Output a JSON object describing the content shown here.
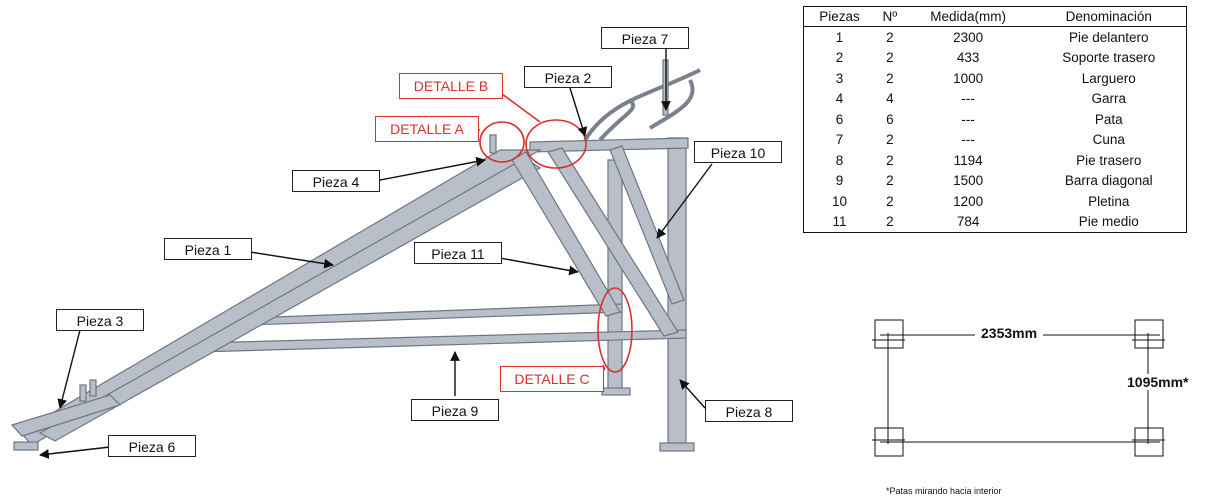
{
  "labels": {
    "pieza7": "Pieza 7",
    "pieza2": "Pieza 2",
    "pieza10": "Pieza 10",
    "pieza4": "Pieza 4",
    "pieza1": "Pieza 1",
    "pieza11": "Pieza 11",
    "pieza3": "Pieza 3",
    "pieza9": "Pieza 9",
    "pieza8": "Pieza 8",
    "pieza6": "Pieza 6"
  },
  "details": {
    "a": "DETALLE A",
    "b": "DETALLE B",
    "c": "DETALLE C"
  },
  "parts_table": {
    "headers": [
      "Piezas",
      "Nº",
      "Medida(mm)",
      "Denominación"
    ],
    "rows": [
      [
        "1",
        "2",
        "2300",
        "Pie delantero"
      ],
      [
        "2",
        "2",
        "433",
        "Soporte trasero"
      ],
      [
        "3",
        "2",
        "1000",
        "Larguero"
      ],
      [
        "4",
        "4",
        "---",
        "Garra"
      ],
      [
        "6",
        "6",
        "---",
        "Pata"
      ],
      [
        "7",
        "2",
        "---",
        "Cuna"
      ],
      [
        "8",
        "2",
        "1194",
        "Pie trasero"
      ],
      [
        "9",
        "2",
        "1500",
        "Barra diagonal"
      ],
      [
        "10",
        "2",
        "1200",
        "Pletina"
      ],
      [
        "11",
        "2",
        "784",
        "Pie medio"
      ]
    ]
  },
  "footprint": {
    "width_label": "2353mm",
    "depth_label": "1095mm*",
    "note": "*Patas mirando hacia interior"
  },
  "colors": {
    "frame": "#b9bfc9",
    "frame_edge": "#6f7682",
    "detail": "#d93030",
    "line": "#111111"
  }
}
